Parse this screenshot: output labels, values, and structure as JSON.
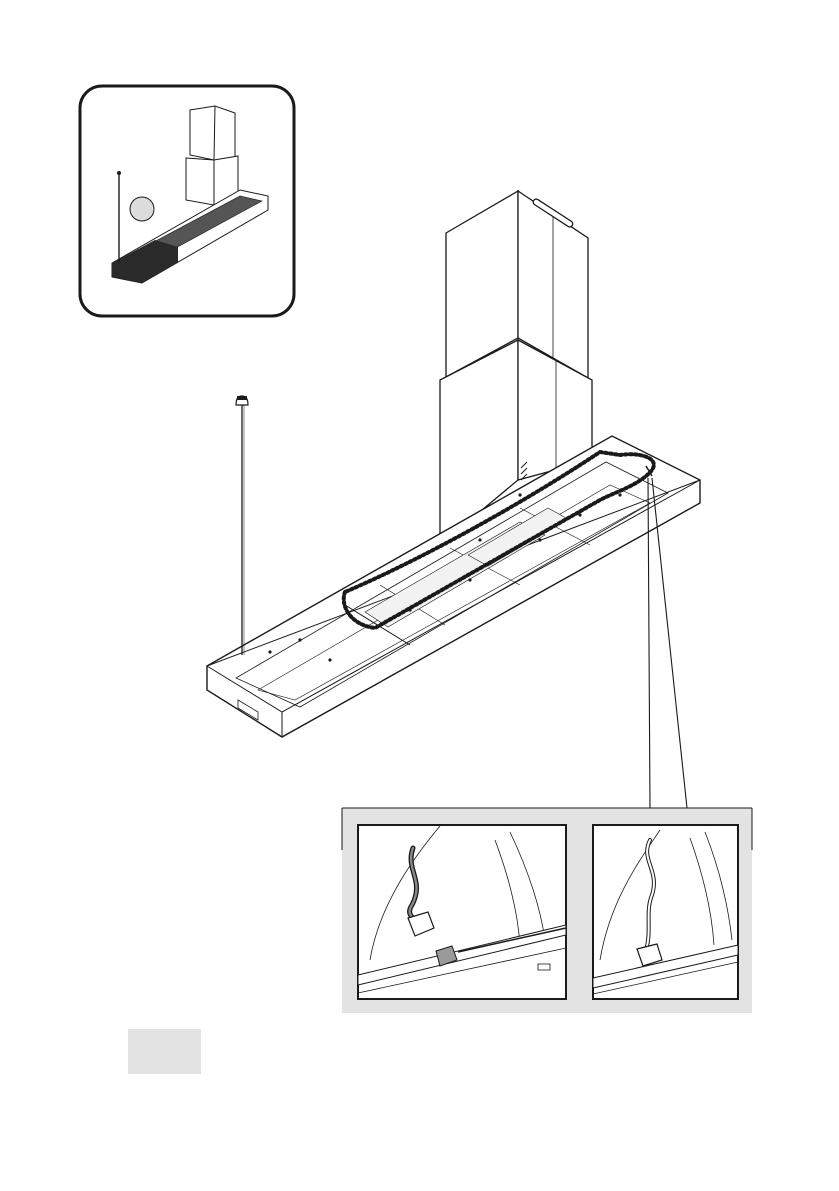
{
  "page": {
    "page_number": "",
    "step_marker": ""
  },
  "colors": {
    "line": "#1a1a1a",
    "panel_grey": "#e3e3e3",
    "marker_grey": "#dcdcdc",
    "part_dark": "#2a2a2a",
    "background": "#ffffff"
  },
  "illustration": {
    "overview_inset": "hood-overview-thumbnail",
    "main_view": "island-hood-underside-with-cable",
    "detail_left": "connector-detached",
    "detail_right": "connector-plugged"
  }
}
